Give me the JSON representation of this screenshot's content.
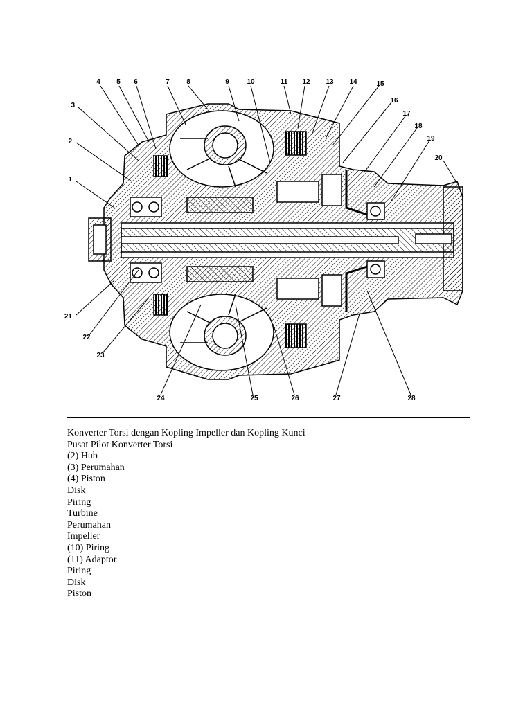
{
  "figure": {
    "callouts": [
      "1",
      "2",
      "3",
      "4",
      "5",
      "6",
      "7",
      "8",
      "9",
      "10",
      "11",
      "12",
      "13",
      "14",
      "15",
      "16",
      "17",
      "18",
      "19",
      "20",
      "21",
      "22",
      "23",
      "24",
      "25",
      "26",
      "27",
      "28"
    ]
  },
  "caption": {
    "lines": [
      "Konverter Torsi dengan Kopling Impeller dan Kopling Kunci",
      "Pusat Pilot Konverter Torsi",
      "(2) Hub",
      "(3) Perumahan",
      "(4) Piston",
      "Disk",
      "Piring",
      "Turbine",
      "Perumahan",
      "Impeller",
      "(10) Piring",
      "(11) Adaptor",
      "Piring",
      "Disk",
      "Piston"
    ]
  }
}
